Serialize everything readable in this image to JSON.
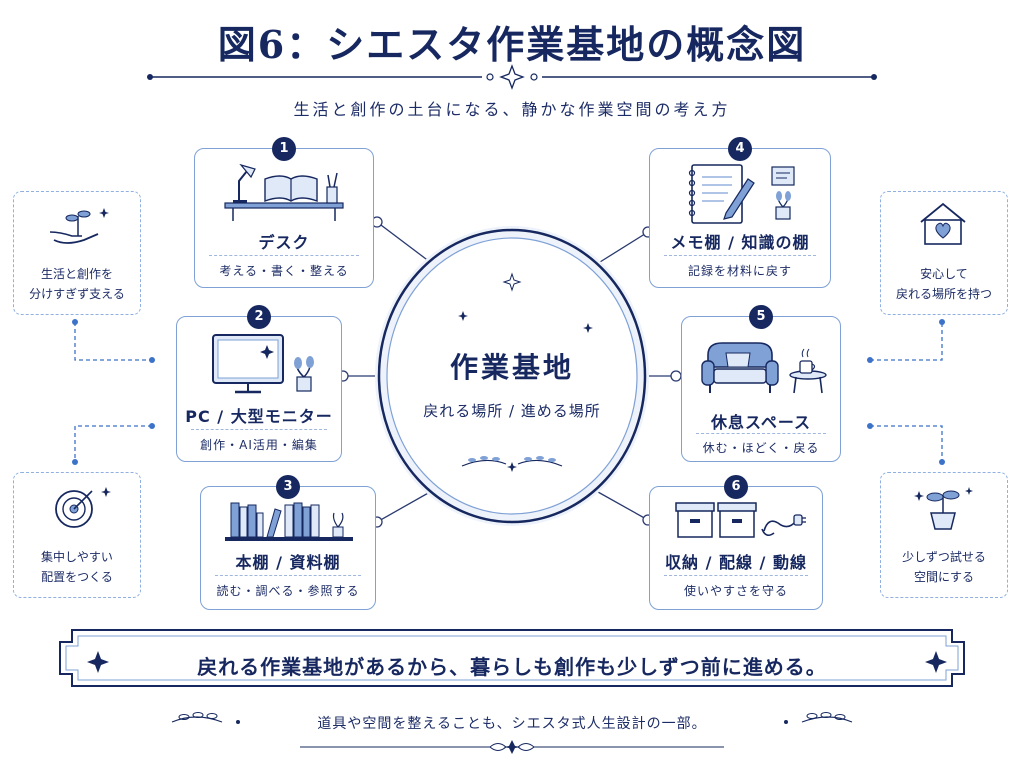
{
  "header": {
    "title": "図6：シエスタ作業基地の概念図",
    "subtitle": "生活と創作の土台になる、静かな作業空間の考え方"
  },
  "center": {
    "title": "作業基地",
    "subtitle": "戻れる場所 / 進める場所"
  },
  "cards": [
    {
      "number": "1",
      "title": "デスク",
      "subtitle": "考える・書く・整える"
    },
    {
      "number": "2",
      "title": "PC / 大型モニター",
      "subtitle": "創作・AI活用・編集"
    },
    {
      "number": "3",
      "title": "本棚 / 資料棚",
      "subtitle": "読む・調べる・参照する"
    },
    {
      "number": "4",
      "title": "メモ棚 / 知識の棚",
      "subtitle": "記録を材料に戻す"
    },
    {
      "number": "5",
      "title": "休息スペース",
      "subtitle": "休む・ほどく・戻る"
    },
    {
      "number": "6",
      "title": "収納 / 配線 / 動線",
      "subtitle": "使いやすさを守る"
    }
  ],
  "side_notes": [
    {
      "line1": "生活と創作を",
      "line2": "分けすぎず支える"
    },
    {
      "line1": "集中しやすい",
      "line2": "配置をつくる"
    },
    {
      "line1": "安心して",
      "line2": "戻れる場所を持つ"
    },
    {
      "line1": "少しずつ試せる",
      "line2": "空間にする"
    }
  ],
  "banner": {
    "text": "戻れる作業基地があるから、暮らしも創作も少しずつ前に進める。"
  },
  "footer": {
    "text": "道具や空間を整えることも、シエスタ式人生設計の一部。"
  },
  "colors": {
    "navy": "#16285f",
    "accent_blue": "#7fa1d6",
    "light_blue": "#dfe9f8"
  },
  "icons": {
    "card1": "desk-lamp-book-icon",
    "card2": "monitor-plant-icon",
    "card3": "bookshelf-icon",
    "card4": "notebook-pen-icon",
    "card5": "armchair-icon",
    "card6": "storage-boxes-cable-icon",
    "side1": "hand-sprout-icon",
    "side2": "target-icon",
    "side3": "house-heart-icon",
    "side4": "potted-plant-icon"
  }
}
